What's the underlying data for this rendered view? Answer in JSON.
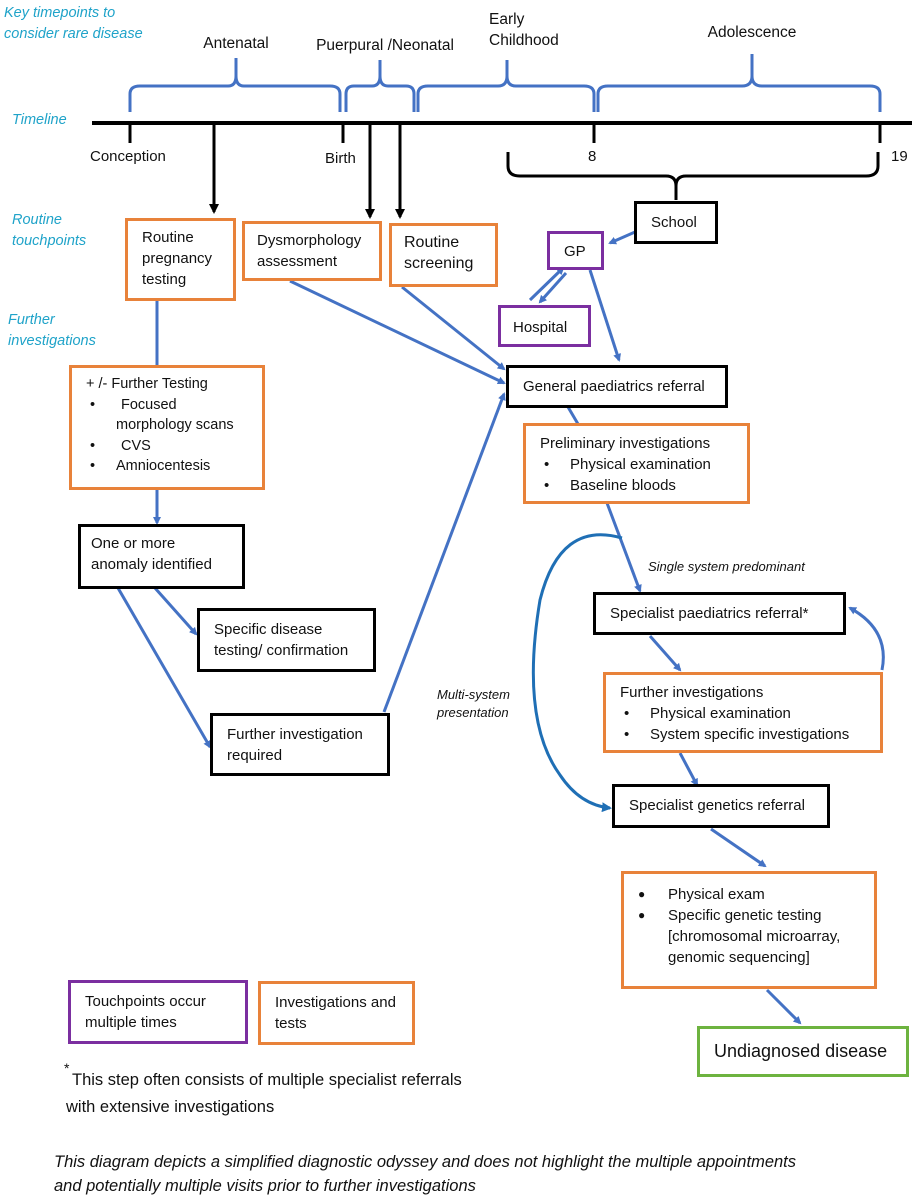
{
  "side_labels": {
    "key_timepoints": [
      "Key timepoints to",
      "consider rare disease"
    ],
    "timeline": "Timeline",
    "routine_touchpoints": [
      "Routine",
      "touchpoints"
    ],
    "further_investigations": [
      "Further",
      "investigations"
    ]
  },
  "phases": {
    "antenatal": "Antenatal",
    "puerpural_neonatal": "Puerpural /Neonatal",
    "early_childhood": [
      "Early",
      "Childhood"
    ],
    "adolescence": "Adolescence"
  },
  "timeline_ticks": {
    "conception": "Conception",
    "birth": "Birth",
    "eight": "8",
    "nineteen": "19"
  },
  "boxes": {
    "routine_pregnancy_testing": [
      "Routine",
      "pregnancy",
      "testing"
    ],
    "dysmorphology_assessment": [
      "Dysmorphology",
      "assessment"
    ],
    "routine_screening": [
      "Routine",
      "screening"
    ],
    "school": "School",
    "gp": "GP",
    "hospital": "Hospital",
    "further_testing": {
      "title": "+ /- Further Testing",
      "items": [
        "Focused",
        "morphology scans",
        "CVS",
        "Amniocentesis"
      ]
    },
    "general_paediatrics_referral": "General paediatrics referral",
    "preliminary_investigations": {
      "title": "Preliminary investigations",
      "items": [
        "Physical examination",
        "Baseline bloods"
      ]
    },
    "anomaly_identified": [
      "One or more",
      "anomaly identified"
    ],
    "specific_disease_testing": [
      "Specific disease",
      "testing/ confirmation"
    ],
    "further_investigation_required": [
      "Further investigation",
      "required"
    ],
    "specialist_paediatrics_referral": "Specialist paediatrics referral*",
    "further_investigations_box": {
      "title": "Further investigations",
      "items": [
        "Physical examination",
        "System specific investigations"
      ]
    },
    "specialist_genetics_referral": "Specialist genetics referral",
    "genetic_testing": {
      "items": [
        "Physical exam",
        "Specific genetic testing",
        "[chromosomal microarray,",
        "genomic sequencing]"
      ]
    },
    "undiagnosed_disease": "Undiagnosed disease"
  },
  "path_labels": {
    "single_system": "Single system predominant",
    "multi_system": [
      "Multi-system",
      "presentation"
    ]
  },
  "legend": {
    "touchpoints": [
      "Touchpoints occur",
      "multiple times"
    ],
    "investigations": [
      "Investigations and",
      "tests"
    ]
  },
  "footnote": {
    "star": "*",
    "text": [
      "This step often consists of multiple specialist referrals",
      "with extensive investigations"
    ]
  },
  "caption": [
    "This diagram depicts a simplified diagnostic odyssey and does not highlight the multiple appointments",
    "and potentially multiple visits prior to further investigations"
  ],
  "colors": {
    "label_cyan": "#1fa3c9",
    "connector_blue": "#4472c4",
    "investigation_orange": "#e8823a",
    "touchpoint_purple": "#7b2fa0",
    "outcome_green": "#6db33f"
  }
}
